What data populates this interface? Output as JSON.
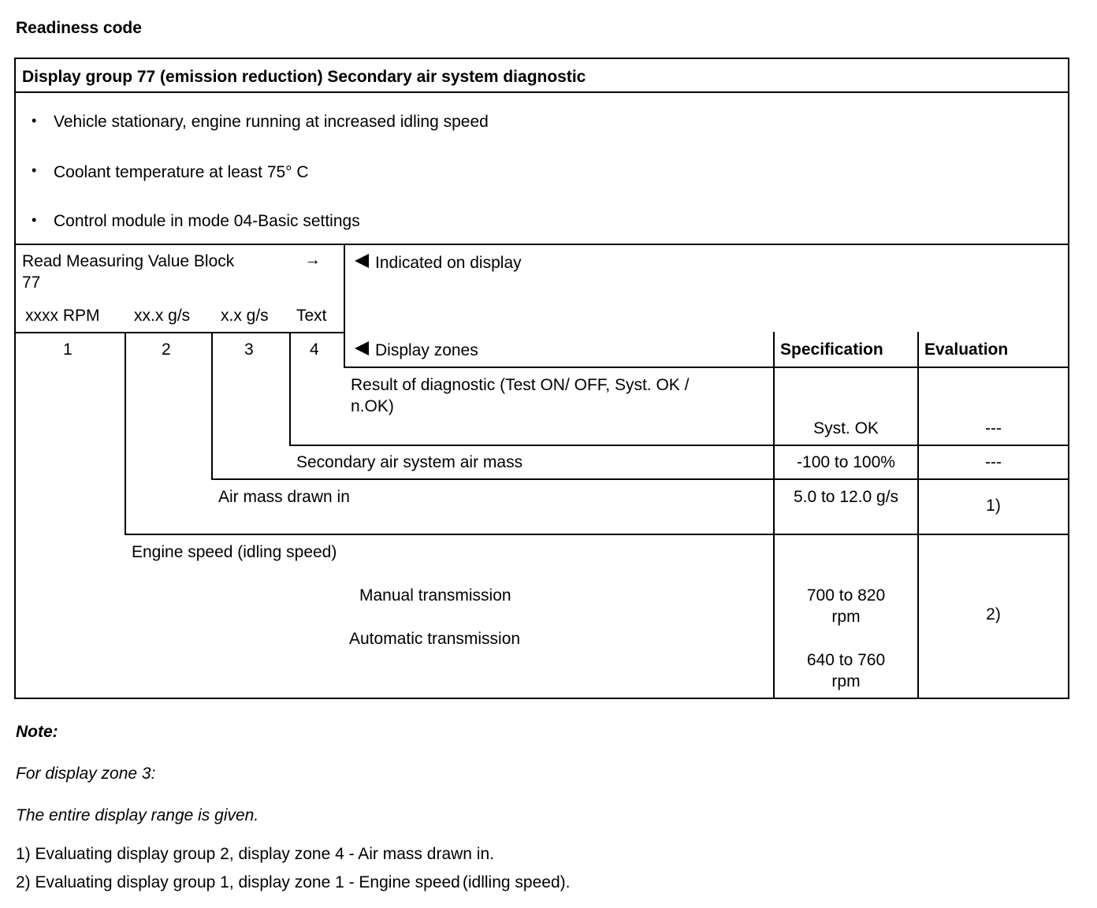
{
  "heading": "Readiness code",
  "table": {
    "title": "Display group 77 (emission reduction) Secondary air system diagnostic",
    "conditions": [
      "Vehicle stationary, engine running at increased idling speed",
      "Coolant temperature at least 75° C",
      "Control module in mode 04-Basic settings"
    ],
    "measuring_block": {
      "label_line1": "Read Measuring Value Block",
      "arrow": "→",
      "label_line2": "77",
      "units": [
        "xxxx RPM",
        "xx.x g/s",
        "x.x g/s",
        "Text"
      ],
      "zones": [
        "1",
        "2",
        "3",
        "4"
      ]
    },
    "indicated_on_display": "Indicated on display",
    "display_zones": "Display zones",
    "specification_header": "Specification",
    "evaluation_header": "Evaluation",
    "rows": [
      {
        "description_line1": "Result of diagnostic (Test ON/ OFF, Syst. OK /",
        "description_line2": "n.OK)",
        "specification": "Syst. OK",
        "evaluation": "---"
      },
      {
        "description": "Secondary air system air mass",
        "specification": "-100 to 100%",
        "evaluation": "---"
      },
      {
        "description": "Air mass drawn in",
        "specification": "5.0 to 12.0 g/s",
        "evaluation": "1)"
      },
      {
        "description": "Engine speed (idling speed)",
        "manual_label": "Manual transmission",
        "automatic_label": "Automatic transmission",
        "manual_spec_line1": "700 to 820",
        "manual_spec_line2": "rpm",
        "automatic_spec_line1": "640 to 760",
        "automatic_spec_line2": "rpm",
        "evaluation": "2)"
      }
    ]
  },
  "notes": {
    "title": "Note:",
    "zone_line": "For display zone 3:",
    "range_line": "The entire display range is given.",
    "footnote1": "1) Evaluating display group 2, display zone 4 - Air mass drawn in.",
    "footnote2_main": "2) Evaluating display group 1, display zone 1 - Engine speed",
    "footnote2_tail": "(idlling speed)."
  }
}
